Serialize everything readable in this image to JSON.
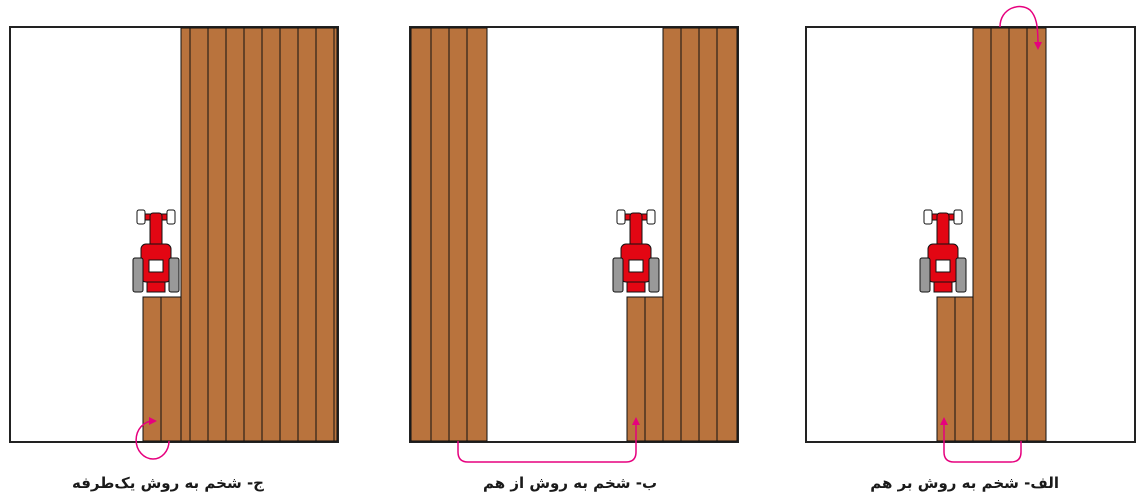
{
  "panels": [
    {
      "id": "c",
      "caption": "ج- شخم به روش یک‌طرفه"
    },
    {
      "id": "b",
      "caption": "ب- شخم به روش از هم"
    },
    {
      "id": "a",
      "caption": "الف- شخم به روش بر هم"
    }
  ],
  "colors": {
    "furrow": "#b9733d",
    "furrow_line": "#111111",
    "field_border": "#222222",
    "tractor": "#e30613",
    "tractor_outline": "#111111",
    "arrow": "#e6007e"
  }
}
